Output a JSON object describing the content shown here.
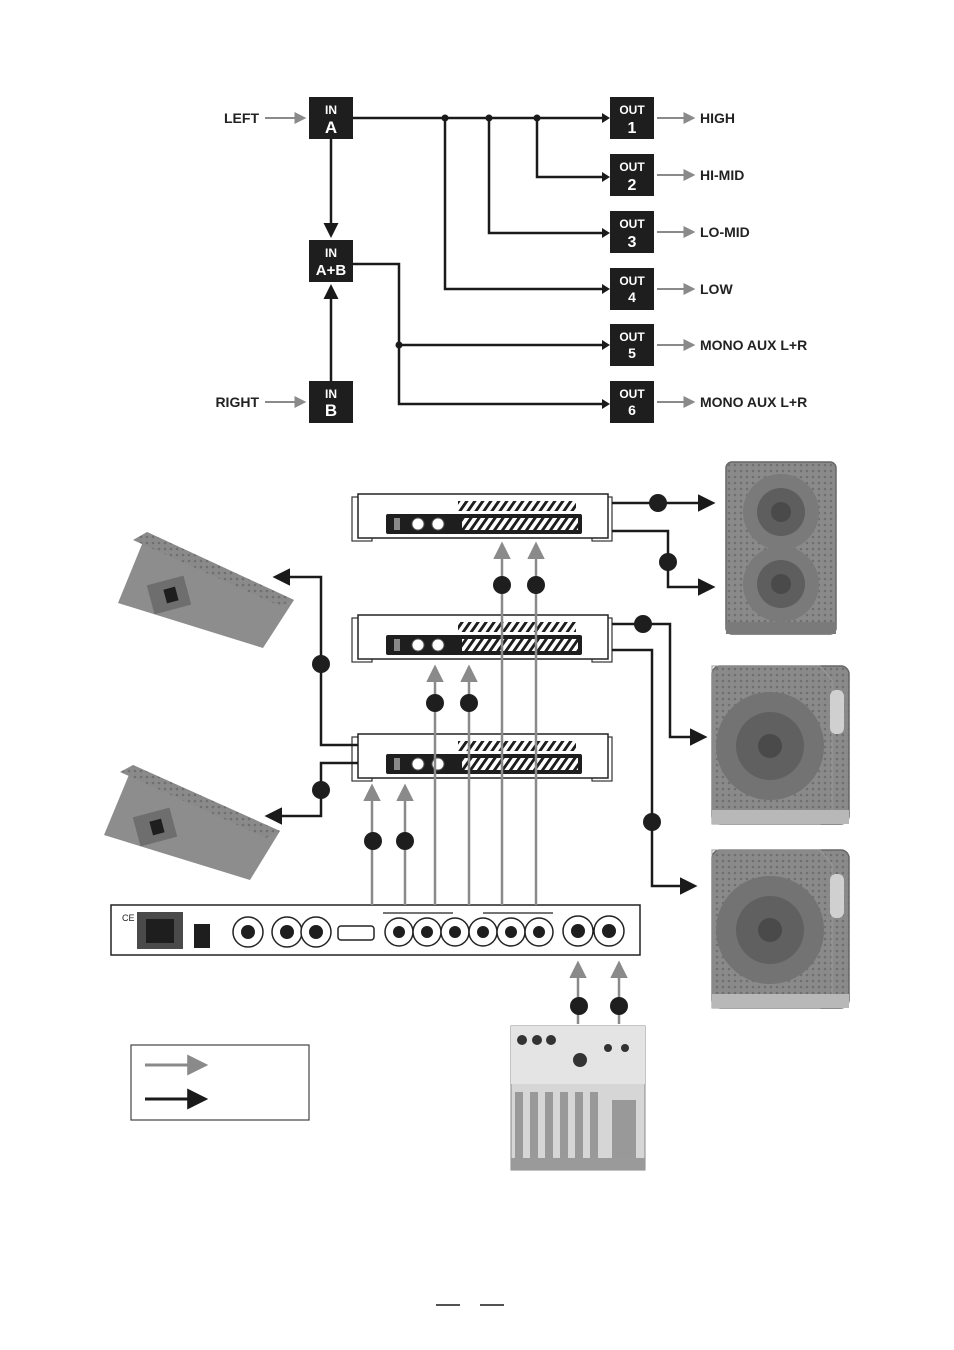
{
  "routing": {
    "inputs": {
      "a": {
        "top": "IN",
        "bottom": "A",
        "source": "LEFT"
      },
      "ab": {
        "top": "IN",
        "bottom": "A+B"
      },
      "b": {
        "top": "IN",
        "bottom": "B",
        "source": "RIGHT"
      }
    },
    "outputs": [
      {
        "top": "OUT",
        "number": "1",
        "dest": "HIGH"
      },
      {
        "top": "OUT",
        "number": "2",
        "dest": "HI-MID"
      },
      {
        "top": "OUT",
        "number": "3",
        "dest": "LO-MID"
      },
      {
        "top": "OUT",
        "number": "4",
        "dest": "LOW"
      },
      {
        "top": "OUT",
        "number": "5",
        "dest": "MONO AUX L+R"
      },
      {
        "top": "OUT",
        "number": "6",
        "dest": "MONO AUX L+R"
      }
    ]
  },
  "device_panel": {
    "ce_mark": "CE"
  },
  "colors": {
    "box": "#1e1e1e",
    "signal_arrow": "#8a8a8a",
    "speaker_arrow": "#1a1a1a",
    "cabinet": "#8c8c8c"
  }
}
